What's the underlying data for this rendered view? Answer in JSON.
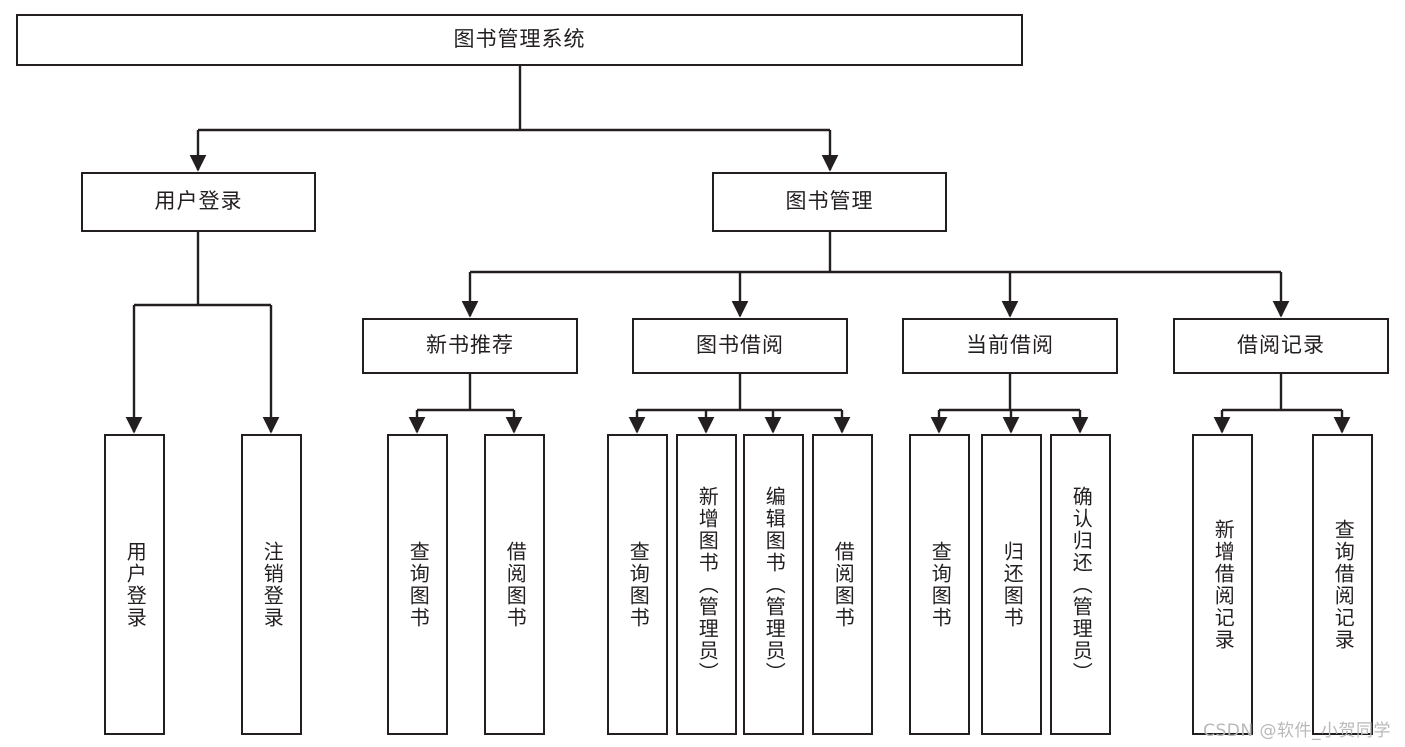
{
  "diagram": {
    "title": "图书管理系统",
    "watermark": "CSDN @软件_小贺同学",
    "line_color": "#231f20",
    "box_border_color": "#231f20",
    "box_fill_color": "#ffffff",
    "background_color": "#ffffff",
    "type": "tree-hierarchy",
    "levels": 4
  },
  "nodes": {
    "root": {
      "label": "图书管理系统"
    },
    "level2": [
      {
        "label": "用户登录"
      },
      {
        "label": "图书管理"
      }
    ],
    "level3": [
      {
        "label": "新书推荐"
      },
      {
        "label": "图书借阅"
      },
      {
        "label": "当前借阅"
      },
      {
        "label": "借阅记录"
      }
    ],
    "leaves_user_login": [
      {
        "label": "用户登录"
      },
      {
        "label": "注销登录"
      }
    ],
    "leaves_new_book": [
      {
        "label": "查询图书"
      },
      {
        "label": "借阅图书"
      }
    ],
    "leaves_borrow": [
      {
        "label": "查询图书"
      },
      {
        "label": "新增图书（管理员）"
      },
      {
        "label": "编辑图书（管理员）"
      },
      {
        "label": "借阅图书"
      }
    ],
    "leaves_current": [
      {
        "label": "查询图书"
      },
      {
        "label": "归还图书"
      },
      {
        "label": "确认归还（管理员）"
      }
    ],
    "leaves_records": [
      {
        "label": "新增借阅记录"
      },
      {
        "label": "查询借阅记录"
      }
    ]
  }
}
